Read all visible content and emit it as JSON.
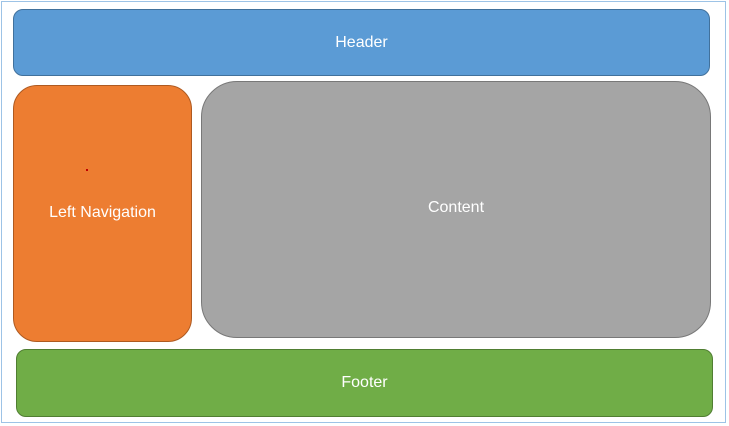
{
  "diagram": {
    "header": {
      "label": "Header",
      "color": "#5b9bd5"
    },
    "left_navigation": {
      "label": "Left Navigation",
      "color": "#ed7d31"
    },
    "content": {
      "label": "Content",
      "color": "#a5a5a5"
    },
    "footer": {
      "label": "Footer",
      "color": "#70ad47"
    }
  }
}
